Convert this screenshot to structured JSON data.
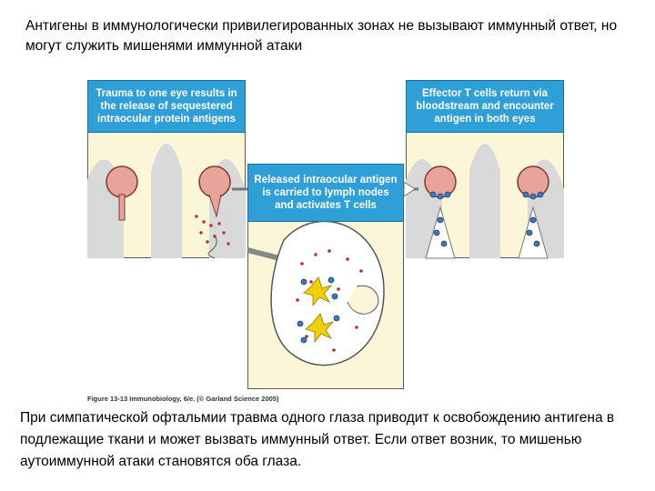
{
  "header_text": "Антигены в иммунологически привилегированных зонах не вызывают иммунный ответ, но могут служить мишенями иммунной атаки",
  "figure": {
    "box_left": "Trauma to one eye results in the release of sequestered intraocular protein antigens",
    "box_middle": "Released intraocular antigen is carried to lymph nodes and activates T cells",
    "box_right": "Effector T cells return via bloodstream and encounter antigen in both eyes",
    "caption": "Figure 13-13  Immunobiology, 6/e. (© Garland Science 2005)"
  },
  "footer_text": "При симпатической офтальмии травма одного глаза приводит к освобождению антигена в подлежащие ткани и может вызвать иммунный ответ. Если ответ возник, то мишенью аутоиммунной атаки становятся оба глаза."
}
